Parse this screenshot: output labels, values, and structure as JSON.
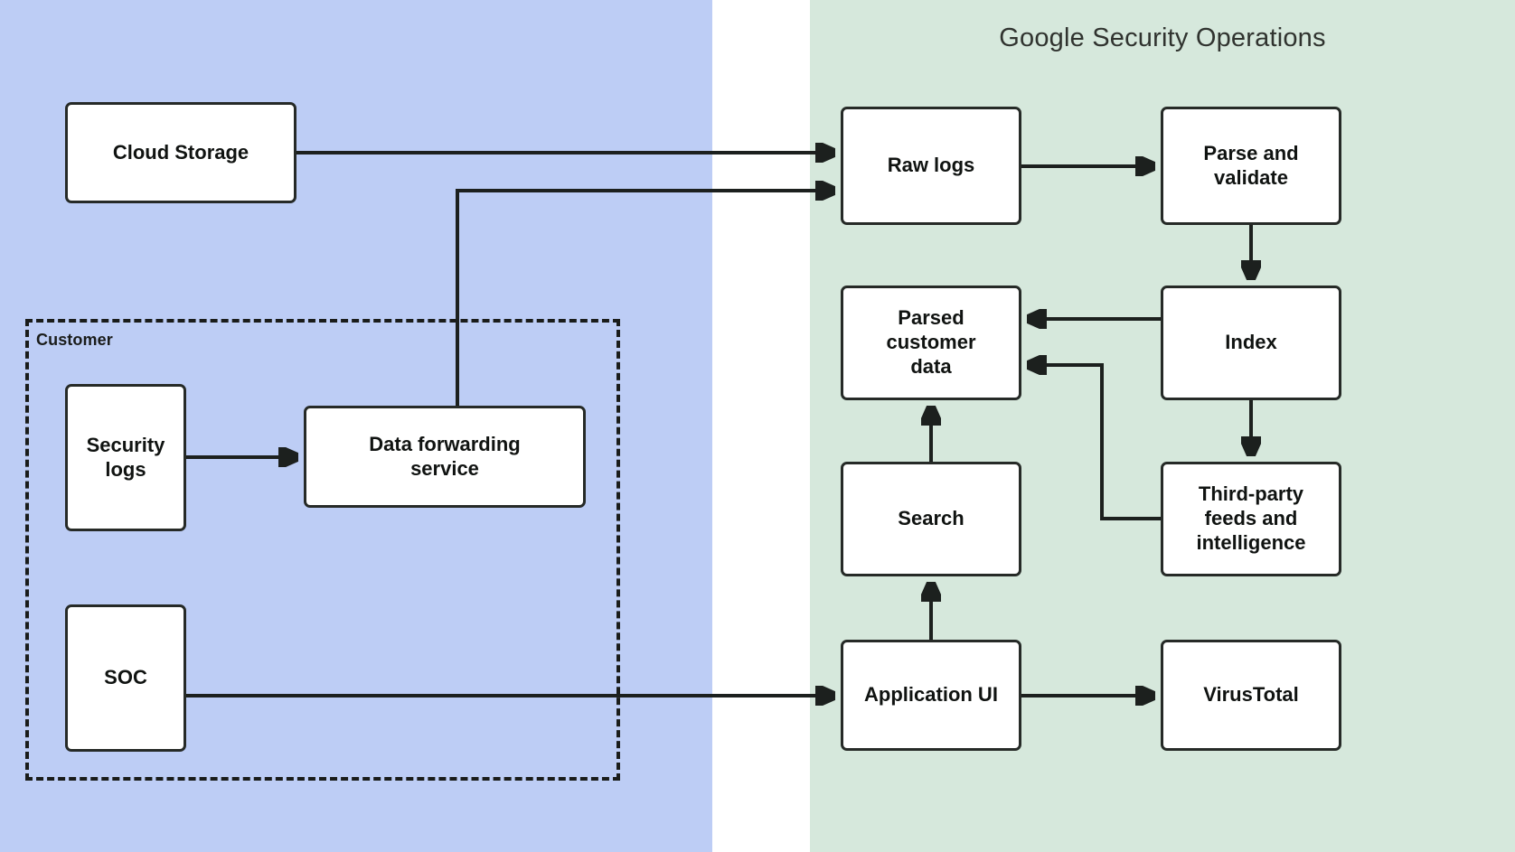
{
  "diagram": {
    "title": "Google Security Operations",
    "zones": {
      "customer_premises": {
        "name": "customer-premises",
        "color": "#bdcdf5"
      },
      "google_secops": {
        "name": "google-security-operations",
        "label": "Google Security Operations",
        "color": "#d6e8dc"
      },
      "customer_boundary": {
        "label": "Customer",
        "style": "dashed"
      }
    },
    "nodes": [
      {
        "id": "cloud-storage",
        "label": "Cloud Storage",
        "zone": "customer-premises"
      },
      {
        "id": "security-logs",
        "label": "Security\nlogs",
        "zone": "customer-boundary"
      },
      {
        "id": "data-forwarding",
        "label": "Data forwarding\nservice",
        "zone": "customer-boundary"
      },
      {
        "id": "soc",
        "label": "SOC",
        "zone": "customer-boundary"
      },
      {
        "id": "raw-logs",
        "label": "Raw logs",
        "zone": "google-security-operations"
      },
      {
        "id": "parse-and-validate",
        "label": "Parse and\nvalidate",
        "zone": "google-security-operations"
      },
      {
        "id": "parsed-customer-data",
        "label": "Parsed\ncustomer\ndata",
        "zone": "google-security-operations"
      },
      {
        "id": "index",
        "label": "Index",
        "zone": "google-security-operations"
      },
      {
        "id": "search",
        "label": "Search",
        "zone": "google-security-operations"
      },
      {
        "id": "third-party-feeds",
        "label": "Third-party\nfeeds and\nintelligence",
        "zone": "google-security-operations"
      },
      {
        "id": "application-ui",
        "label": "Application UI",
        "zone": "google-security-operations"
      },
      {
        "id": "virustotal",
        "label": "VirusTotal",
        "zone": "google-security-operations"
      }
    ],
    "edges": [
      {
        "from": "cloud-storage",
        "to": "raw-logs"
      },
      {
        "from": "data-forwarding",
        "to": "raw-logs"
      },
      {
        "from": "security-logs",
        "to": "data-forwarding"
      },
      {
        "from": "soc",
        "to": "application-ui"
      },
      {
        "from": "raw-logs",
        "to": "parse-and-validate"
      },
      {
        "from": "parse-and-validate",
        "to": "index"
      },
      {
        "from": "index",
        "to": "parsed-customer-data"
      },
      {
        "from": "index",
        "to": "third-party-feeds"
      },
      {
        "from": "third-party-feeds",
        "to": "parsed-customer-data"
      },
      {
        "from": "search",
        "to": "parsed-customer-data"
      },
      {
        "from": "application-ui",
        "to": "search"
      },
      {
        "from": "application-ui",
        "to": "virustotal"
      }
    ],
    "colors": {
      "customer_zone": "#bdcdf5",
      "google_zone": "#d6e8dc",
      "node_fill": "#ffffff",
      "stroke": "#1c201e",
      "title_text": "#30332f"
    }
  }
}
